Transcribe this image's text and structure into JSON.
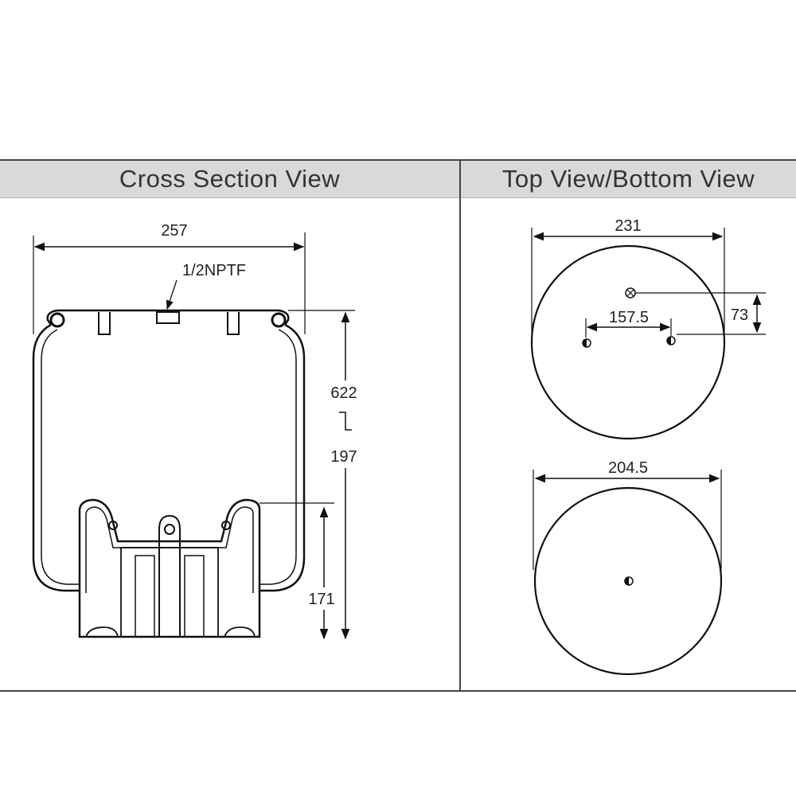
{
  "panels": {
    "cross_section": {
      "title": "Cross Section View",
      "dimensions": {
        "overall_width": "257",
        "port": "1/2NPTF",
        "max_height": "622",
        "min_height": "197",
        "piston_height": "171"
      }
    },
    "top_bottom": {
      "title": "Top View/Bottom View",
      "top_plate": {
        "diameter": "231",
        "stud_spacing": "157.5",
        "offset": "73"
      },
      "bottom_plate": {
        "diameter": "204.5"
      }
    }
  }
}
